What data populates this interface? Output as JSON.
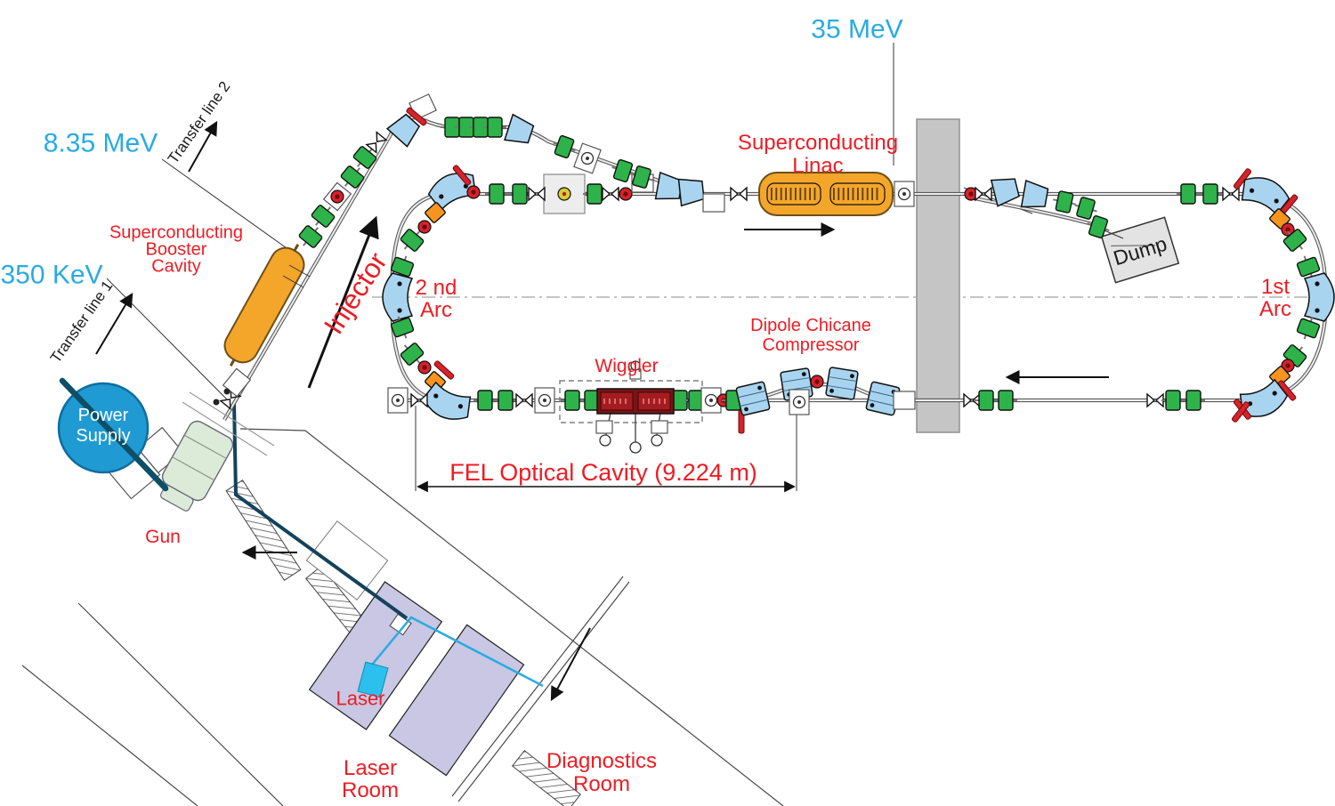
{
  "diagram": {
    "energies": {
      "linac_top": "35 MeV",
      "booster": "8.35 MeV",
      "gun": "350 KeV"
    },
    "transfer_lines": {
      "line1": "Transfer line 1",
      "line2": "Transfer line 2"
    },
    "labels": {
      "linac": {
        "line1": "Superconducting",
        "line2": "Linac"
      },
      "booster": {
        "line1": "Superconducting",
        "line2": "Booster",
        "line3": "Cavity"
      },
      "injector": "Injector",
      "arc_first": {
        "line1": "1st",
        "line2": "Arc"
      },
      "arc_second": {
        "line1": "2 nd",
        "line2": "Arc"
      },
      "chicane": {
        "line1": "Dipole Chicane",
        "line2": "Compressor"
      },
      "wiggler": "Wiggler",
      "fel_cavity": "FEL Optical Cavity (9.224 m)",
      "dump": "Dump",
      "gun": "Gun",
      "power_supply": {
        "line1": "Power",
        "line2": "Supply"
      },
      "laser": "Laser"
    },
    "rooms": {
      "laser_room": {
        "line1": "Laser",
        "line2": "Room"
      },
      "diagnostics_room": {
        "line1": "Diagnostics",
        "line2": "Room"
      }
    }
  },
  "colors": {
    "red-label": "#ED1C24",
    "cyan-label": "#29ABE2",
    "magnet-green": "#2DB34A",
    "dipole-blue": "#A9D4EF",
    "device-orange": "#F4A62A",
    "corrector-orange": "#F7941E",
    "valve-red": "#D6222A",
    "wall-gray": "#C5C5C5",
    "room-lavender": "#C9C7E3",
    "power-blue": "#1F9AD2",
    "laser-cyan": "#2CC0EE",
    "wiggler-maroon": "#7A1416",
    "navy-line": "#14425C"
  }
}
